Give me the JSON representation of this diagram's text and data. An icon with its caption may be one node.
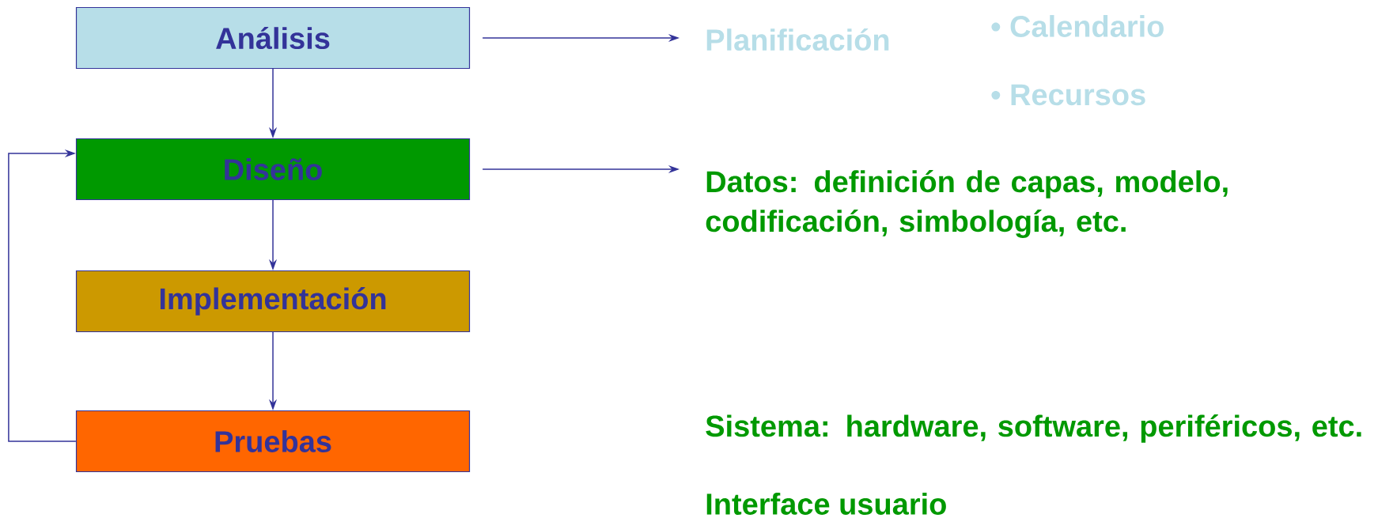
{
  "diagram": {
    "nodes": [
      {
        "text": [
          "Análisis"
        ]
      },
      {
        "text": [
          "Diseño"
        ]
      },
      {
        "text": [
          "Implementación"
        ]
      },
      {
        "text": [
          "Pruebas"
        ]
      },
      {
        "text": [
          "Planificación"
        ]
      },
      {
        "text": [
          "Datos: definición de capas, modelo, codificación, simbología, etc."
        ]
      }
    ],
    "edges": [
      {
        "from": 0,
        "to": 1,
        "arrow": "to"
      },
      {
        "from": 1,
        "to": 2,
        "arrow": "to"
      },
      {
        "from": 2,
        "to": 3,
        "arrow": "to"
      },
      {
        "from": 3,
        "to": 1,
        "arrow": "to"
      },
      {
        "from": 0,
        "to": 4,
        "arrow": "to"
      },
      {
        "from": 1,
        "to": 5,
        "arrow": "to"
      }
    ],
    "labels": [
      "• Calendario",
      "• Recursos",
      "Sistema: hardware, software, periféricos, etc.",
      "Interface usuario"
    ]
  }
}
